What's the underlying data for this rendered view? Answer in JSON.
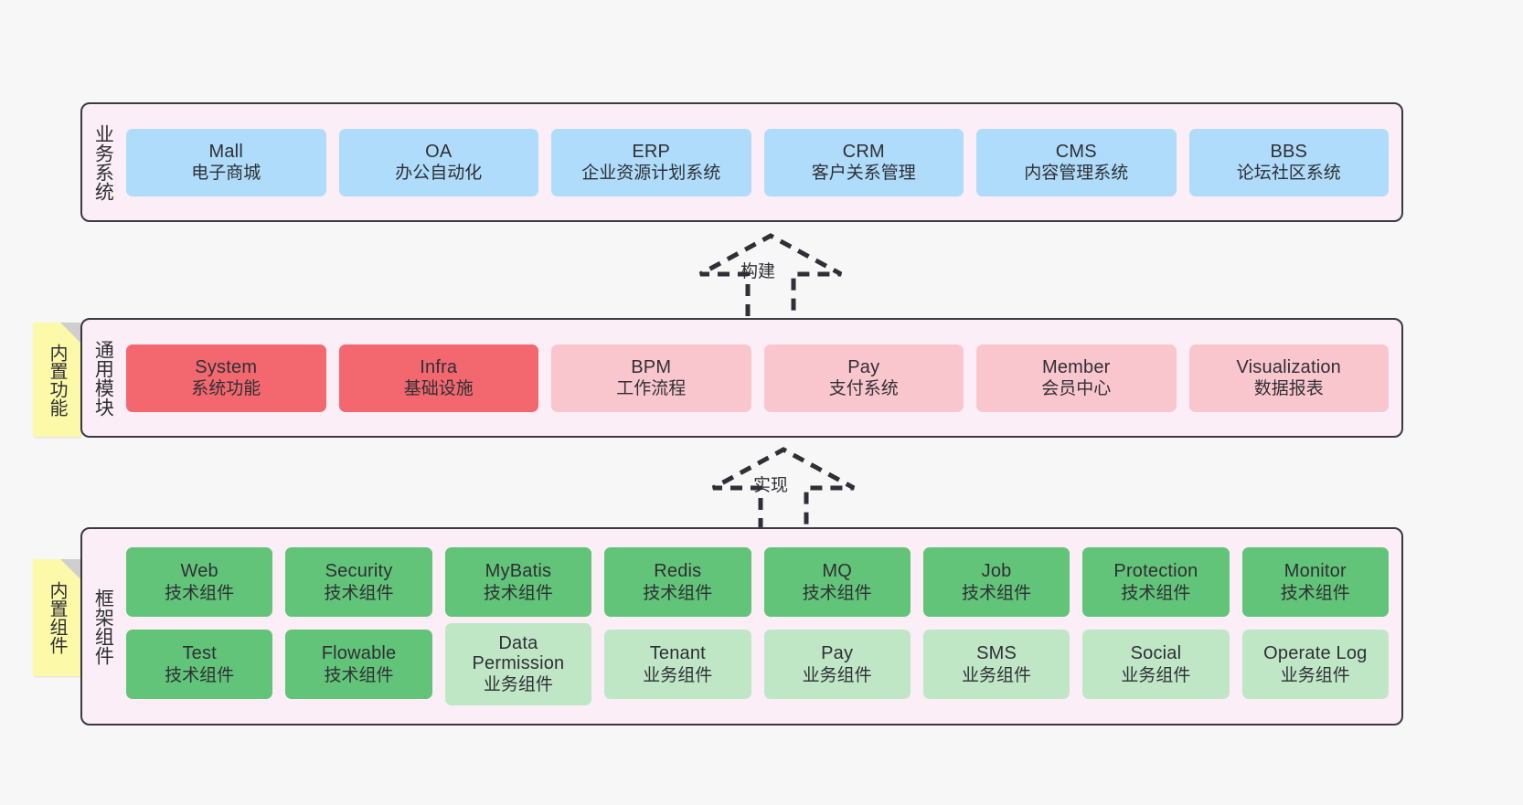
{
  "diagram": {
    "title": "Architecture layers",
    "background": "#f7f7f7",
    "band_background": "#fbeef6",
    "band_border": "#3a3a42"
  },
  "notes": [
    {
      "name": "builtin-functions",
      "label": "内置功能"
    },
    {
      "name": "builtin-components",
      "label": "内置组件"
    }
  ],
  "connectors": [
    {
      "name": "build",
      "label": "构建"
    },
    {
      "name": "implement",
      "label": "实现"
    }
  ],
  "layers": [
    {
      "id": "business",
      "title": "业务系统",
      "color": "#aedcfa",
      "nodes": [
        {
          "en": "Mall",
          "cn": "电子商城"
        },
        {
          "en": "OA",
          "cn": "办公自动化"
        },
        {
          "en": "ERP",
          "cn": "企业资源计划系统"
        },
        {
          "en": "CRM",
          "cn": "客户关系管理"
        },
        {
          "en": "CMS",
          "cn": "内容管理系统"
        },
        {
          "en": "BBS",
          "cn": "论坛社区系统"
        }
      ]
    },
    {
      "id": "modules",
      "title": "通用模块",
      "colors": {
        "primary": "#f2686e",
        "secondary": "#fac6ce"
      },
      "nodes": [
        {
          "en": "System",
          "cn": "系统功能",
          "style": "red"
        },
        {
          "en": "Infra",
          "cn": "基础设施",
          "style": "red"
        },
        {
          "en": "BPM",
          "cn": "工作流程",
          "style": "pink"
        },
        {
          "en": "Pay",
          "cn": "支付系统",
          "style": "pink"
        },
        {
          "en": "Member",
          "cn": "会员中心",
          "style": "pink"
        },
        {
          "en": "Visualization",
          "cn": "数据报表",
          "style": "pink"
        }
      ]
    },
    {
      "id": "framework",
      "title": "框架组件",
      "colors": {
        "primary": "#62c478",
        "secondary": "#bfe7c6"
      },
      "row1": [
        {
          "en": "Web",
          "cn": "技术组件",
          "style": "green"
        },
        {
          "en": "Security",
          "cn": "技术组件",
          "style": "green"
        },
        {
          "en": "MyBatis",
          "cn": "技术组件",
          "style": "green"
        },
        {
          "en": "Redis",
          "cn": "技术组件",
          "style": "green"
        },
        {
          "en": "MQ",
          "cn": "技术组件",
          "style": "green"
        },
        {
          "en": "Job",
          "cn": "技术组件",
          "style": "green"
        },
        {
          "en": "Protection",
          "cn": "技术组件",
          "style": "green"
        },
        {
          "en": "Monitor",
          "cn": "技术组件",
          "style": "green"
        }
      ],
      "row2": [
        {
          "en": "Test",
          "cn": "技术组件",
          "style": "green"
        },
        {
          "en": "Flowable",
          "cn": "技术组件",
          "style": "green"
        },
        {
          "en": "Data Permission",
          "cn": "业务组件",
          "style": "lgreen",
          "tall": true
        },
        {
          "en": "Tenant",
          "cn": "业务组件",
          "style": "lgreen"
        },
        {
          "en": "Pay",
          "cn": "业务组件",
          "style": "lgreen"
        },
        {
          "en": "SMS",
          "cn": "业务组件",
          "style": "lgreen"
        },
        {
          "en": "Social",
          "cn": "业务组件",
          "style": "lgreen"
        },
        {
          "en": "Operate Log",
          "cn": "业务组件",
          "style": "lgreen"
        }
      ]
    }
  ]
}
